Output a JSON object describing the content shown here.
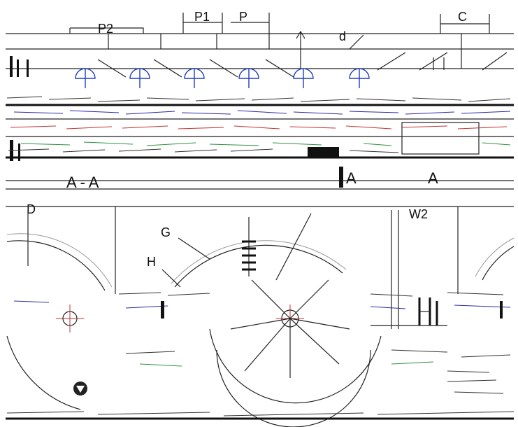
{
  "figure": {
    "labels": {
      "p2": "P2",
      "p1": "P1",
      "p": "P",
      "c": "C",
      "d_top": "d",
      "section_left": "A - A",
      "section_mid": "A",
      "section_right": "A",
      "d_lower": "D",
      "g": "G",
      "h": "H",
      "w2": "W2"
    },
    "colors": {
      "ink": "#111111",
      "blue": "#1f3fbf",
      "red": "#c03030",
      "green": "#2f8f3f"
    }
  }
}
